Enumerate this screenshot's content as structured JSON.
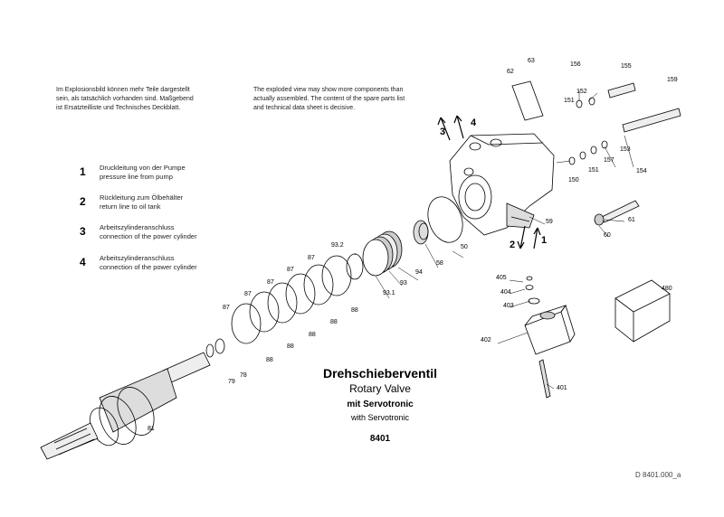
{
  "notes": {
    "de": [
      "Im Explosionsbild können mehr Teile dargestellt",
      "sein, als tatsächlich vorhanden sind. Maßgebend",
      "ist Ersatzteilliste und Technisches Deckblatt."
    ],
    "en": [
      "The exploded view may show more components than",
      "actually assembled. The content of the spare parts list",
      "and technical data sheet is decisive."
    ]
  },
  "legend": [
    {
      "num": "1",
      "de": "Druckleitung von der Pumpe",
      "en": "pressure line from pump"
    },
    {
      "num": "2",
      "de": "Rückleitung zum Ölbehälter",
      "en": "return line to oil tank"
    },
    {
      "num": "3",
      "de": "Arbeitszylinderanschluss",
      "en": "connection of the power cylinder"
    },
    {
      "num": "4",
      "de": "Arbeitszylinderanschluss",
      "en": "connection of the power cylinder"
    }
  ],
  "title": {
    "de": "Drehschieberventil",
    "en": "Rotary Valve",
    "de2": "mit Servotronic",
    "en2": "with Servotronic",
    "code": "8401"
  },
  "port_labels": [
    "3",
    "4",
    "2",
    "1"
  ],
  "callouts": [
    "63",
    "62",
    "156",
    "155",
    "159",
    "152",
    "151",
    "153",
    "157",
    "151",
    "154",
    "150",
    "60",
    "61",
    "59",
    "50",
    "58",
    "94",
    "93",
    "93.1",
    "93.2",
    "87",
    "87",
    "87",
    "87",
    "87",
    "88",
    "88",
    "88",
    "88",
    "88",
    "79",
    "78",
    "81",
    "405",
    "404",
    "403",
    "402",
    "401",
    "480"
  ],
  "drawing_code": "D 8401.000_a"
}
